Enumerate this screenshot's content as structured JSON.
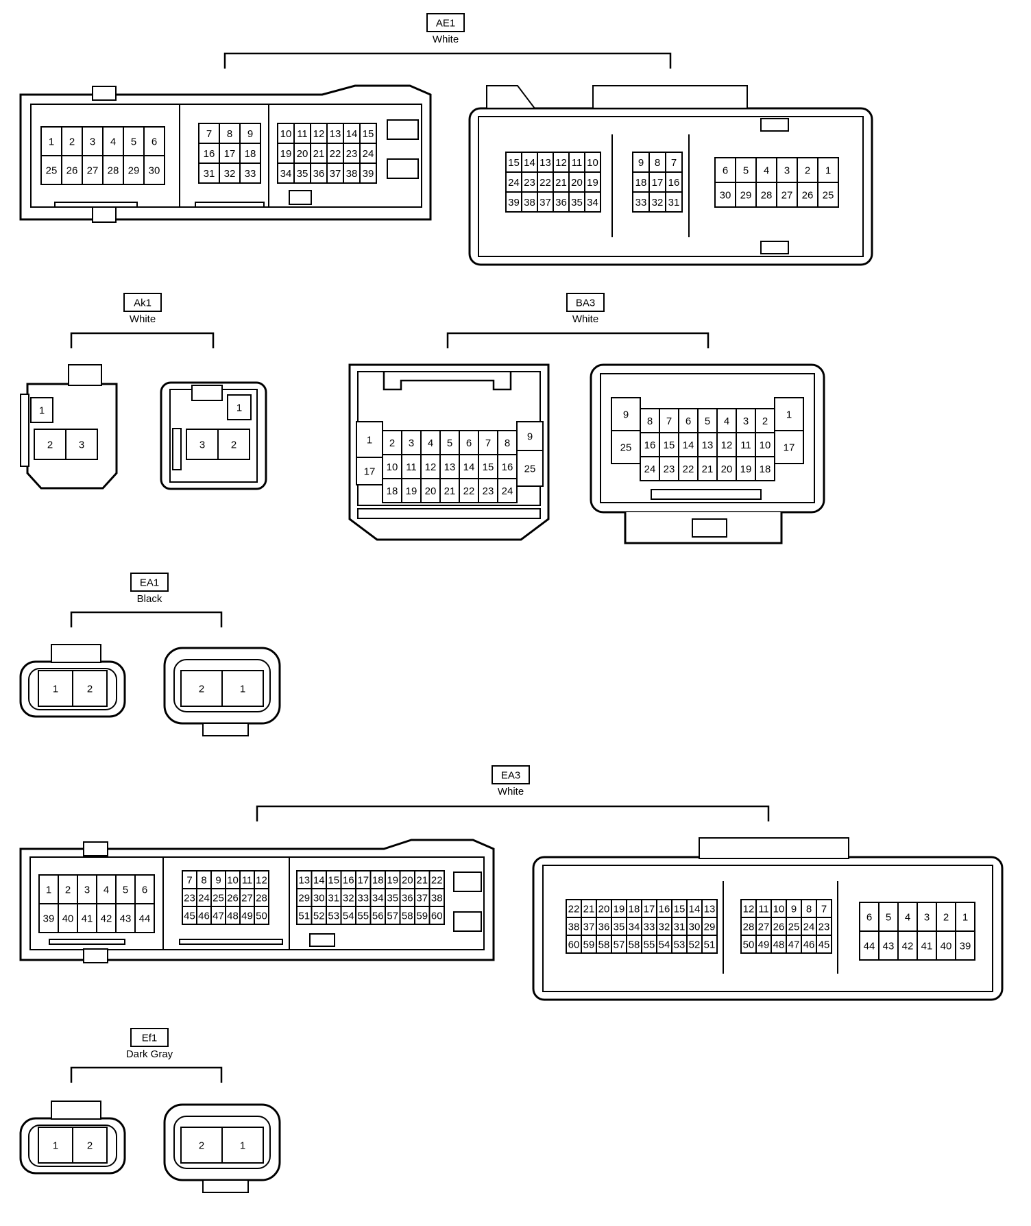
{
  "connectors": [
    {
      "id": "AE1",
      "color": "White",
      "views": [
        {
          "kind": "grid-wide",
          "blocks": [
            [
              [
                "1",
                "2",
                "3",
                "4",
                "5",
                "6"
              ],
              [
                "25",
                "26",
                "27",
                "28",
                "29",
                "30"
              ]
            ],
            [
              [
                "7",
                "8",
                "9"
              ],
              [
                "16",
                "17",
                "18"
              ],
              [
                "31",
                "32",
                "33"
              ]
            ],
            [
              [
                "10",
                "11",
                "12",
                "13",
                "14",
                "15"
              ],
              [
                "19",
                "20",
                "21",
                "22",
                "23",
                "24"
              ],
              [
                "34",
                "35",
                "36",
                "37",
                "38",
                "39"
              ]
            ]
          ]
        },
        {
          "kind": "grid-housing",
          "blocks": [
            [
              [
                "15",
                "14",
                "13",
                "12",
                "11",
                "10"
              ],
              [
                "24",
                "23",
                "22",
                "21",
                "20",
                "19"
              ],
              [
                "39",
                "38",
                "37",
                "36",
                "35",
                "34"
              ]
            ],
            [
              [
                "9",
                "8",
                "7"
              ],
              [
                "18",
                "17",
                "16"
              ],
              [
                "33",
                "32",
                "31"
              ]
            ],
            [
              [
                "6",
                "5",
                "4",
                "3",
                "2",
                "1"
              ],
              [
                "30",
                "29",
                "28",
                "27",
                "26",
                "25"
              ]
            ]
          ]
        }
      ]
    },
    {
      "id": "Ak1",
      "color": "White",
      "views": [
        {
          "kind": "ak-left",
          "pins": [
            "1",
            "2",
            "3"
          ]
        },
        {
          "kind": "ak-right",
          "pins": [
            "1",
            "3",
            "2"
          ]
        }
      ]
    },
    {
      "id": "BA3",
      "color": "White",
      "views": [
        {
          "kind": "ba-left",
          "side_left": [
            "1",
            "17"
          ],
          "side_right": [
            "9",
            "25"
          ],
          "grid": [
            [
              "2",
              "3",
              "4",
              "5",
              "6",
              "7",
              "8"
            ],
            [
              "10",
              "11",
              "12",
              "13",
              "14",
              "15",
              "16"
            ],
            [
              "18",
              "19",
              "20",
              "21",
              "22",
              "23",
              "24"
            ]
          ]
        },
        {
          "kind": "ba-right",
          "side_left": [
            "9",
            "25"
          ],
          "side_right": [
            "1",
            "17"
          ],
          "grid": [
            [
              "8",
              "7",
              "6",
              "5",
              "4",
              "3",
              "2"
            ],
            [
              "16",
              "15",
              "14",
              "13",
              "12",
              "11",
              "10"
            ],
            [
              "24",
              "23",
              "22",
              "21",
              "20",
              "19",
              "18"
            ]
          ]
        }
      ]
    },
    {
      "id": "EA1",
      "color": "Black",
      "views": [
        {
          "kind": "two-left",
          "pins": [
            "1",
            "2"
          ]
        },
        {
          "kind": "two-right",
          "pins": [
            "2",
            "1"
          ]
        }
      ]
    },
    {
      "id": "EA3",
      "color": "White",
      "views": [
        {
          "kind": "grid-wide",
          "blocks": [
            [
              [
                "1",
                "2",
                "3",
                "4",
                "5",
                "6"
              ],
              [
                "39",
                "40",
                "41",
                "42",
                "43",
                "44"
              ]
            ],
            [
              [
                "7",
                "8",
                "9",
                "10",
                "11",
                "12"
              ],
              [
                "23",
                "24",
                "25",
                "26",
                "27",
                "28"
              ],
              [
                "45",
                "46",
                "47",
                "48",
                "49",
                "50"
              ]
            ],
            [
              [
                "13",
                "14",
                "15",
                "16",
                "17",
                "18",
                "19",
                "20",
                "21",
                "22"
              ],
              [
                "29",
                "30",
                "31",
                "32",
                "33",
                "34",
                "35",
                "36",
                "37",
                "38"
              ],
              [
                "51",
                "52",
                "53",
                "54",
                "55",
                "56",
                "57",
                "58",
                "59",
                "60"
              ]
            ]
          ]
        },
        {
          "kind": "grid-housing",
          "blocks": [
            [
              [
                "22",
                "21",
                "20",
                "19",
                "18",
                "17",
                "16",
                "15",
                "14",
                "13"
              ],
              [
                "38",
                "37",
                "36",
                "35",
                "34",
                "33",
                "32",
                "31",
                "30",
                "29"
              ],
              [
                "60",
                "59",
                "58",
                "57",
                "58",
                "55",
                "54",
                "53",
                "52",
                "51"
              ]
            ],
            [
              [
                "12",
                "11",
                "10",
                "9",
                "8",
                "7"
              ],
              [
                "28",
                "27",
                "26",
                "25",
                "24",
                "23"
              ],
              [
                "50",
                "49",
                "48",
                "47",
                "46",
                "45"
              ]
            ],
            [
              [
                "6",
                "5",
                "4",
                "3",
                "2",
                "1"
              ],
              [
                "44",
                "43",
                "42",
                "41",
                "40",
                "39"
              ]
            ]
          ]
        }
      ]
    },
    {
      "id": "Ef1",
      "color": "Dark Gray",
      "views": [
        {
          "kind": "two-left",
          "pins": [
            "1",
            "2"
          ]
        },
        {
          "kind": "two-right",
          "pins": [
            "2",
            "1"
          ]
        }
      ]
    }
  ]
}
